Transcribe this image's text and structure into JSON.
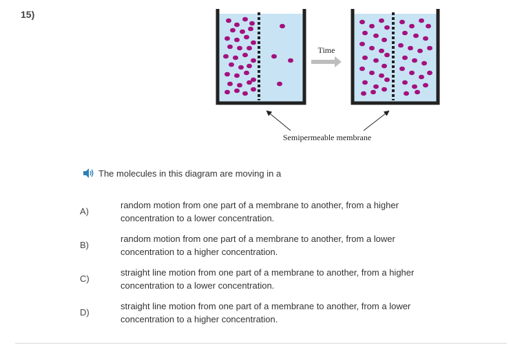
{
  "question": {
    "number": "15)",
    "prompt": "The molecules in this diagram are moving in a"
  },
  "diagram": {
    "time_label": "Time",
    "membrane_label": "Semipermeable membrane",
    "colors": {
      "water": "#c8e4f4",
      "molecule": "#a3117e",
      "beaker": "#222222",
      "arrow": "#bdbdbd"
    }
  },
  "icons": {
    "audio": "speaker-icon"
  },
  "choices": [
    {
      "letter": "A)",
      "line1": "random motion from one part of a membrane to another, from a higher",
      "line2": "concentration to a lower concentration."
    },
    {
      "letter": "B)",
      "line1": "random motion from one part of a membrane to another, from a lower",
      "line2": "concentration to a higher concentration."
    },
    {
      "letter": "C)",
      "line1": "straight line motion from one part of a membrane to another, from a higher",
      "line2": "concentration to a lower concentration."
    },
    {
      "letter": "D)",
      "line1": "straight line motion from one part of a membrane to another, from a lower",
      "line2": "concentration to a higher concentration."
    }
  ]
}
